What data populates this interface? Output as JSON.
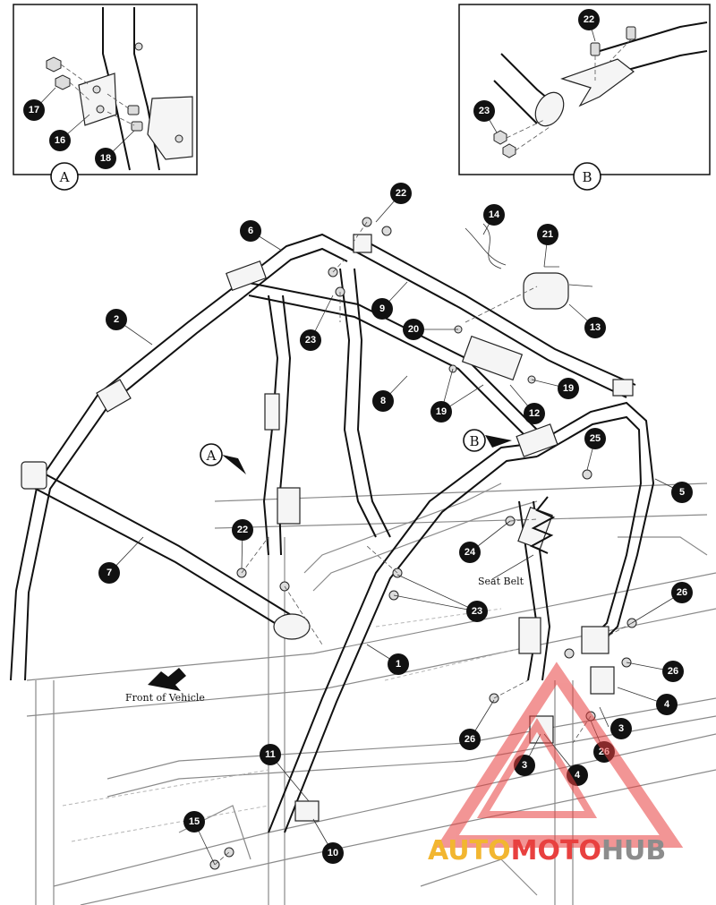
{
  "diagram": {
    "detail_views": [
      {
        "id": "A",
        "label": "A"
      },
      {
        "id": "B",
        "label": "B"
      }
    ],
    "pointer_labels": {
      "a": "A",
      "b": "B"
    },
    "callouts": {
      "c1": "1",
      "c2": "2",
      "c3a": "3",
      "c3b": "3",
      "c4a": "4",
      "c4b": "4",
      "c5": "5",
      "c6": "6",
      "c7": "7",
      "c8": "8",
      "c9": "9",
      "c10": "10",
      "c11": "11",
      "c12": "12",
      "c13": "13",
      "c14": "14",
      "c15": "15",
      "c16": "16",
      "c17": "17",
      "c18": "18",
      "c19a": "19",
      "c19b": "19",
      "c20": "20",
      "c21": "21",
      "c22a": "22",
      "c22b": "22",
      "c22c": "22",
      "c23a": "23",
      "c23b": "23",
      "c23c": "23",
      "c24": "24",
      "c25": "25",
      "c26a": "26",
      "c26b": "26",
      "c26c": "26",
      "c26d": "26"
    },
    "annotations": {
      "seat_belt": "Seat Belt",
      "front_of_vehicle": "Front of Vehicle"
    }
  },
  "watermark": {
    "part1": "AUTO",
    "part2": "MOTO",
    "part3": "HUB",
    "colors": {
      "part1": "#f2b630",
      "part2": "#e8403f",
      "part3": "#8c8c8c",
      "triangle": "#e8403f"
    }
  }
}
